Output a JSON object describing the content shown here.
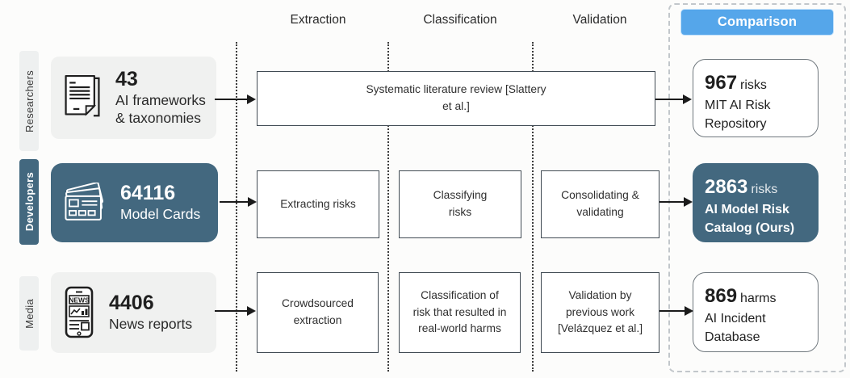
{
  "colors": {
    "accent_dark_blue": "#43687f",
    "comparison_blue": "#55a6ea",
    "step_box_border": "#414b54",
    "page_background": "#fcfcfb"
  },
  "header": {
    "columns": [
      "Extraction",
      "Classification",
      "Validation"
    ],
    "comparison_label": "Comparison"
  },
  "rows": [
    {
      "group": "Researchers",
      "source": {
        "icon": "document-icon",
        "count": "43",
        "label": "AI frameworks\n& taxonomies"
      },
      "steps": [
        "Systematic literature review [Slattery\net al.]"
      ],
      "result": {
        "count": "967",
        "unit": "risks",
        "name": "MIT AI Risk\nRepository"
      }
    },
    {
      "group": "Developers",
      "source": {
        "icon": "model-cards-icon",
        "count": "64116",
        "label": "Model Cards"
      },
      "steps": [
        "Extracting risks",
        "Classifying\nrisks",
        "Consolidating &\nvalidating"
      ],
      "result": {
        "count": "2863",
        "unit": "risks",
        "name": "AI Model Risk\nCatalog (Ours)"
      }
    },
    {
      "group": "Media",
      "source": {
        "icon": "news-phone-icon",
        "count": "4406",
        "label": "News reports"
      },
      "steps": [
        "Crowdsourced\nextraction",
        "Classification of\nrisk that resulted in\nreal-world harms",
        "Validation by\nprevious work\n[Velázquez et al.]"
      ],
      "result": {
        "count": "869",
        "unit": "harms",
        "name": "AI Incident\nDatabase"
      }
    }
  ]
}
